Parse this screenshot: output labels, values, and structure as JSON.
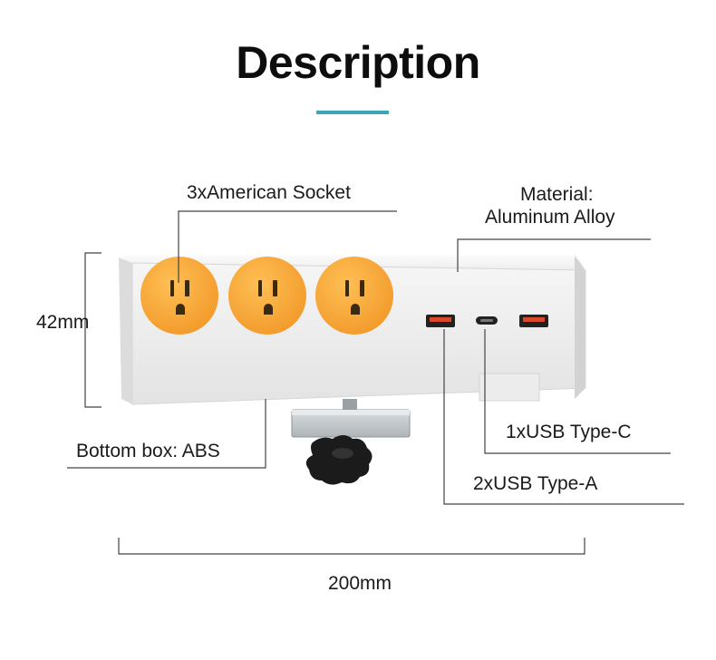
{
  "page": {
    "title": "Description",
    "accent_color": "#3aa7b5"
  },
  "labels": {
    "sockets": "3xAmerican Socket",
    "material_line1": "Material:",
    "material_line2": "Aluminum Alloy",
    "height": "42mm",
    "bottom_box": "Bottom box: ABS",
    "usb_c": "1xUSB Type-C",
    "usb_a": "2xUSB Type-A",
    "width": "200mm"
  },
  "colors": {
    "socket_orange": "#f8a93a",
    "housing": "#f4f4f4",
    "leader_line": "#444444"
  }
}
